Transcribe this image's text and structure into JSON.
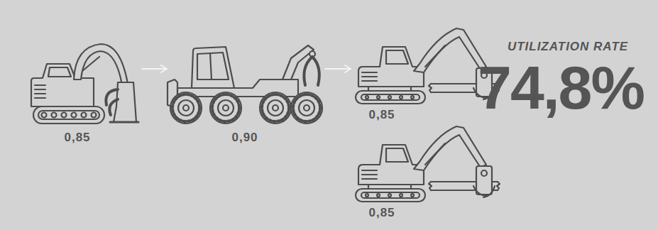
{
  "diagram": {
    "nodes": [
      {
        "text": [
          "0,85"
        ]
      },
      {
        "text": [
          "0,90"
        ]
      },
      {
        "text": [
          "0,85"
        ]
      },
      {
        "text": [
          "0,85"
        ]
      }
    ],
    "edges": [
      {
        "from": 0,
        "to": 1,
        "arrow": "to"
      },
      {
        "from": 1,
        "to": 2,
        "arrow": "to"
      }
    ],
    "labels": [
      "UTILIZATION RATE",
      "74,8%"
    ]
  }
}
